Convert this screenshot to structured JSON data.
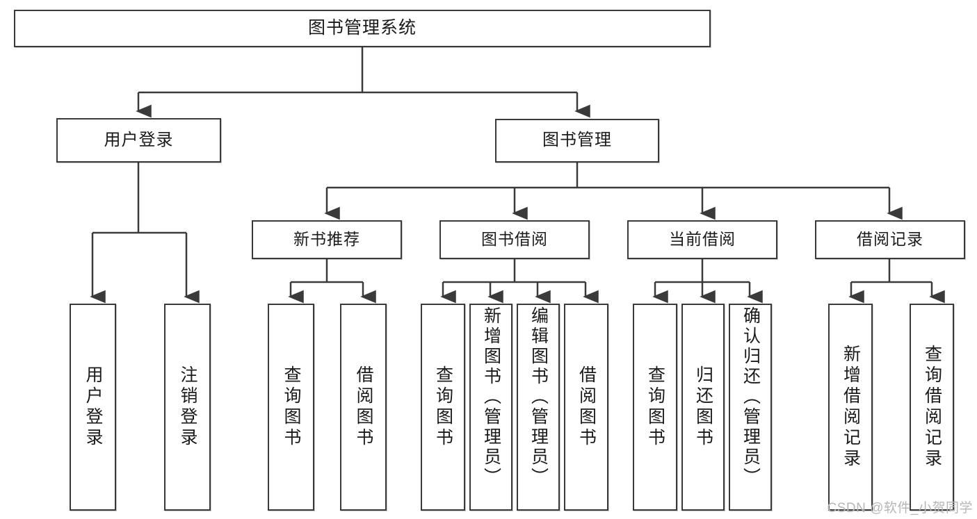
{
  "diagram": {
    "title": "图书管理系统",
    "type": "hierarchy-tree",
    "root": {
      "label": "图书管理系统"
    },
    "level2": [
      {
        "label": "用户登录"
      },
      {
        "label": "图书管理"
      }
    ],
    "level3": [
      {
        "label": "新书推荐"
      },
      {
        "label": "图书借阅"
      },
      {
        "label": "当前借阅"
      },
      {
        "label": "借阅记录"
      }
    ],
    "leaves": {
      "user_login": [
        {
          "label": "用户登录"
        },
        {
          "label": "注销登录"
        }
      ],
      "new_book_recommend": [
        {
          "label": "查询图书"
        },
        {
          "label": "借阅图书"
        }
      ],
      "book_borrow": [
        {
          "label": "查询图书"
        },
        {
          "label": "新增图书（管理员）"
        },
        {
          "label": "编辑图书（管理员）"
        },
        {
          "label": "借阅图书"
        }
      ],
      "current_borrow": [
        {
          "label": "查询图书"
        },
        {
          "label": "归还图书"
        },
        {
          "label": "确认归还（管理员）"
        }
      ],
      "borrow_record": [
        {
          "label": "新增借阅记录"
        },
        {
          "label": "查询借阅记录"
        }
      ]
    }
  },
  "watermark": {
    "text": "CSDN @软件_小贺同学"
  },
  "colors": {
    "stroke": "#3a3a3a",
    "fill": "#ffffff",
    "text": "#1a1a1a",
    "watermark": "#b6b6b6"
  }
}
